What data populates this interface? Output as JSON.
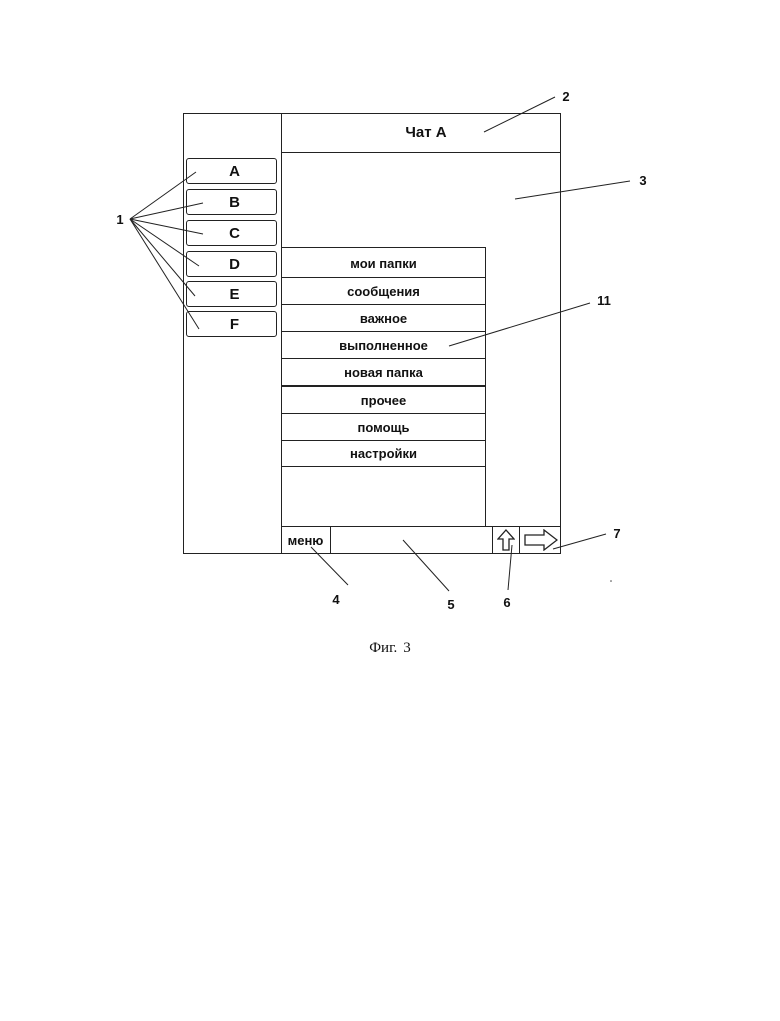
{
  "chat": {
    "title": "Чат A"
  },
  "sidebar": {
    "chats": [
      {
        "label": "A"
      },
      {
        "label": "B"
      },
      {
        "label": "C"
      },
      {
        "label": "D"
      },
      {
        "label": "E"
      },
      {
        "label": "F"
      }
    ]
  },
  "menu": {
    "items": [
      {
        "label": "мои папки"
      },
      {
        "label": "сообщения"
      },
      {
        "label": "важное"
      },
      {
        "label": "выполненное"
      },
      {
        "label": "новая папка"
      },
      {
        "label": "прочее"
      },
      {
        "label": "помощь"
      },
      {
        "label": "настройки"
      }
    ]
  },
  "bottom_bar": {
    "menu_label": "меню",
    "up_icon": "up-arrow-icon",
    "send_icon": "right-arrow-icon"
  },
  "callouts": {
    "c1": "1",
    "c2": "2",
    "c3": "3",
    "c4": "4",
    "c5": "5",
    "c6": "6",
    "c7": "7",
    "c11": "11"
  },
  "caption": {
    "word": "Фиг.",
    "number": "3"
  }
}
